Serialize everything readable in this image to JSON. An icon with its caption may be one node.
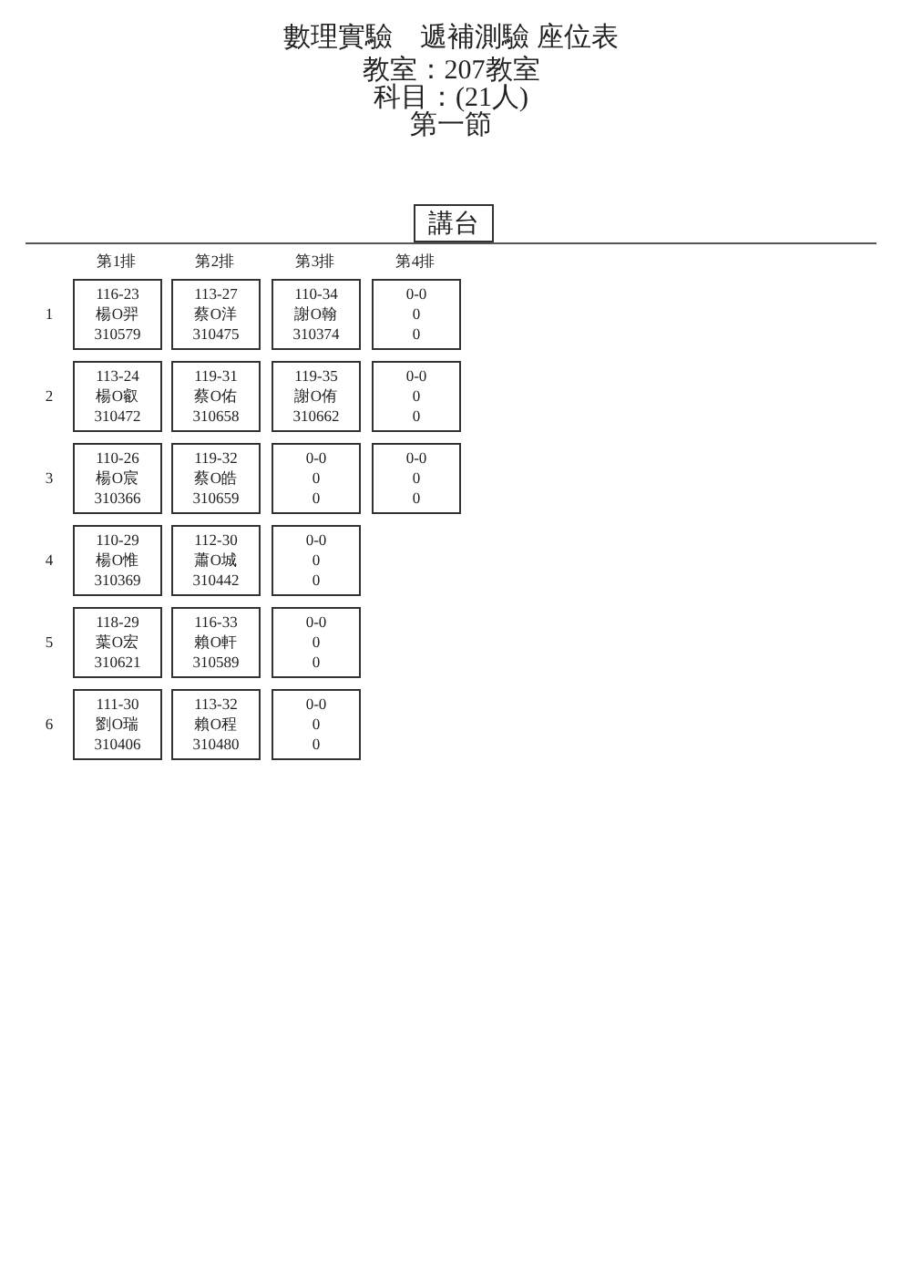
{
  "diagram": {
    "title": "數理實驗　遞補測驗 座位表",
    "nodes": [
      {
        "text": [
          "講台"
        ]
      },
      {
        "text": [
          "116-23",
          "楊O羿",
          "310579"
        ]
      },
      {
        "text": [
          "113-27",
          "蔡O洋",
          "310475"
        ]
      },
      {
        "text": [
          "110-34",
          "謝O翰",
          "310374"
        ]
      },
      {
        "text": [
          "0-0",
          "0",
          "0"
        ]
      },
      {
        "text": [
          "113-24",
          "楊O叡",
          "310472"
        ]
      },
      {
        "text": [
          "119-31",
          "蔡O佑",
          "310658"
        ]
      },
      {
        "text": [
          "119-35",
          "謝O侑",
          "310662"
        ]
      },
      {
        "text": [
          "0-0",
          "0",
          "0"
        ]
      },
      {
        "text": [
          "110-26",
          "楊O宸",
          "310366"
        ]
      },
      {
        "text": [
          "119-32",
          "蔡O皓",
          "310659"
        ]
      },
      {
        "text": [
          "0-0",
          "0",
          "0"
        ]
      },
      {
        "text": [
          "0-0",
          "0",
          "0"
        ]
      },
      {
        "text": [
          "110-29",
          "楊O惟",
          "310369"
        ]
      },
      {
        "text": [
          "112-30",
          "蕭O城",
          "310442"
        ]
      },
      {
        "text": [
          "0-0",
          "0",
          "0"
        ]
      },
      {
        "text": [
          "118-29",
          "葉O宏",
          "310621"
        ]
      },
      {
        "text": [
          "116-33",
          "賴O軒",
          "310589"
        ]
      },
      {
        "text": [
          "0-0",
          "0",
          "0"
        ]
      },
      {
        "text": [
          "111-30",
          "劉O瑞",
          "310406"
        ]
      },
      {
        "text": [
          "113-32",
          "賴O程",
          "310480"
        ]
      },
      {
        "text": [
          "0-0",
          "0",
          "0"
        ]
      }
    ],
    "labels": [
      "教室：207教室",
      "科目：(21人)",
      "第一節",
      "第1排",
      "第2排",
      "第3排",
      "第4排",
      "1",
      "2",
      "3",
      "4",
      "5",
      "6"
    ]
  }
}
